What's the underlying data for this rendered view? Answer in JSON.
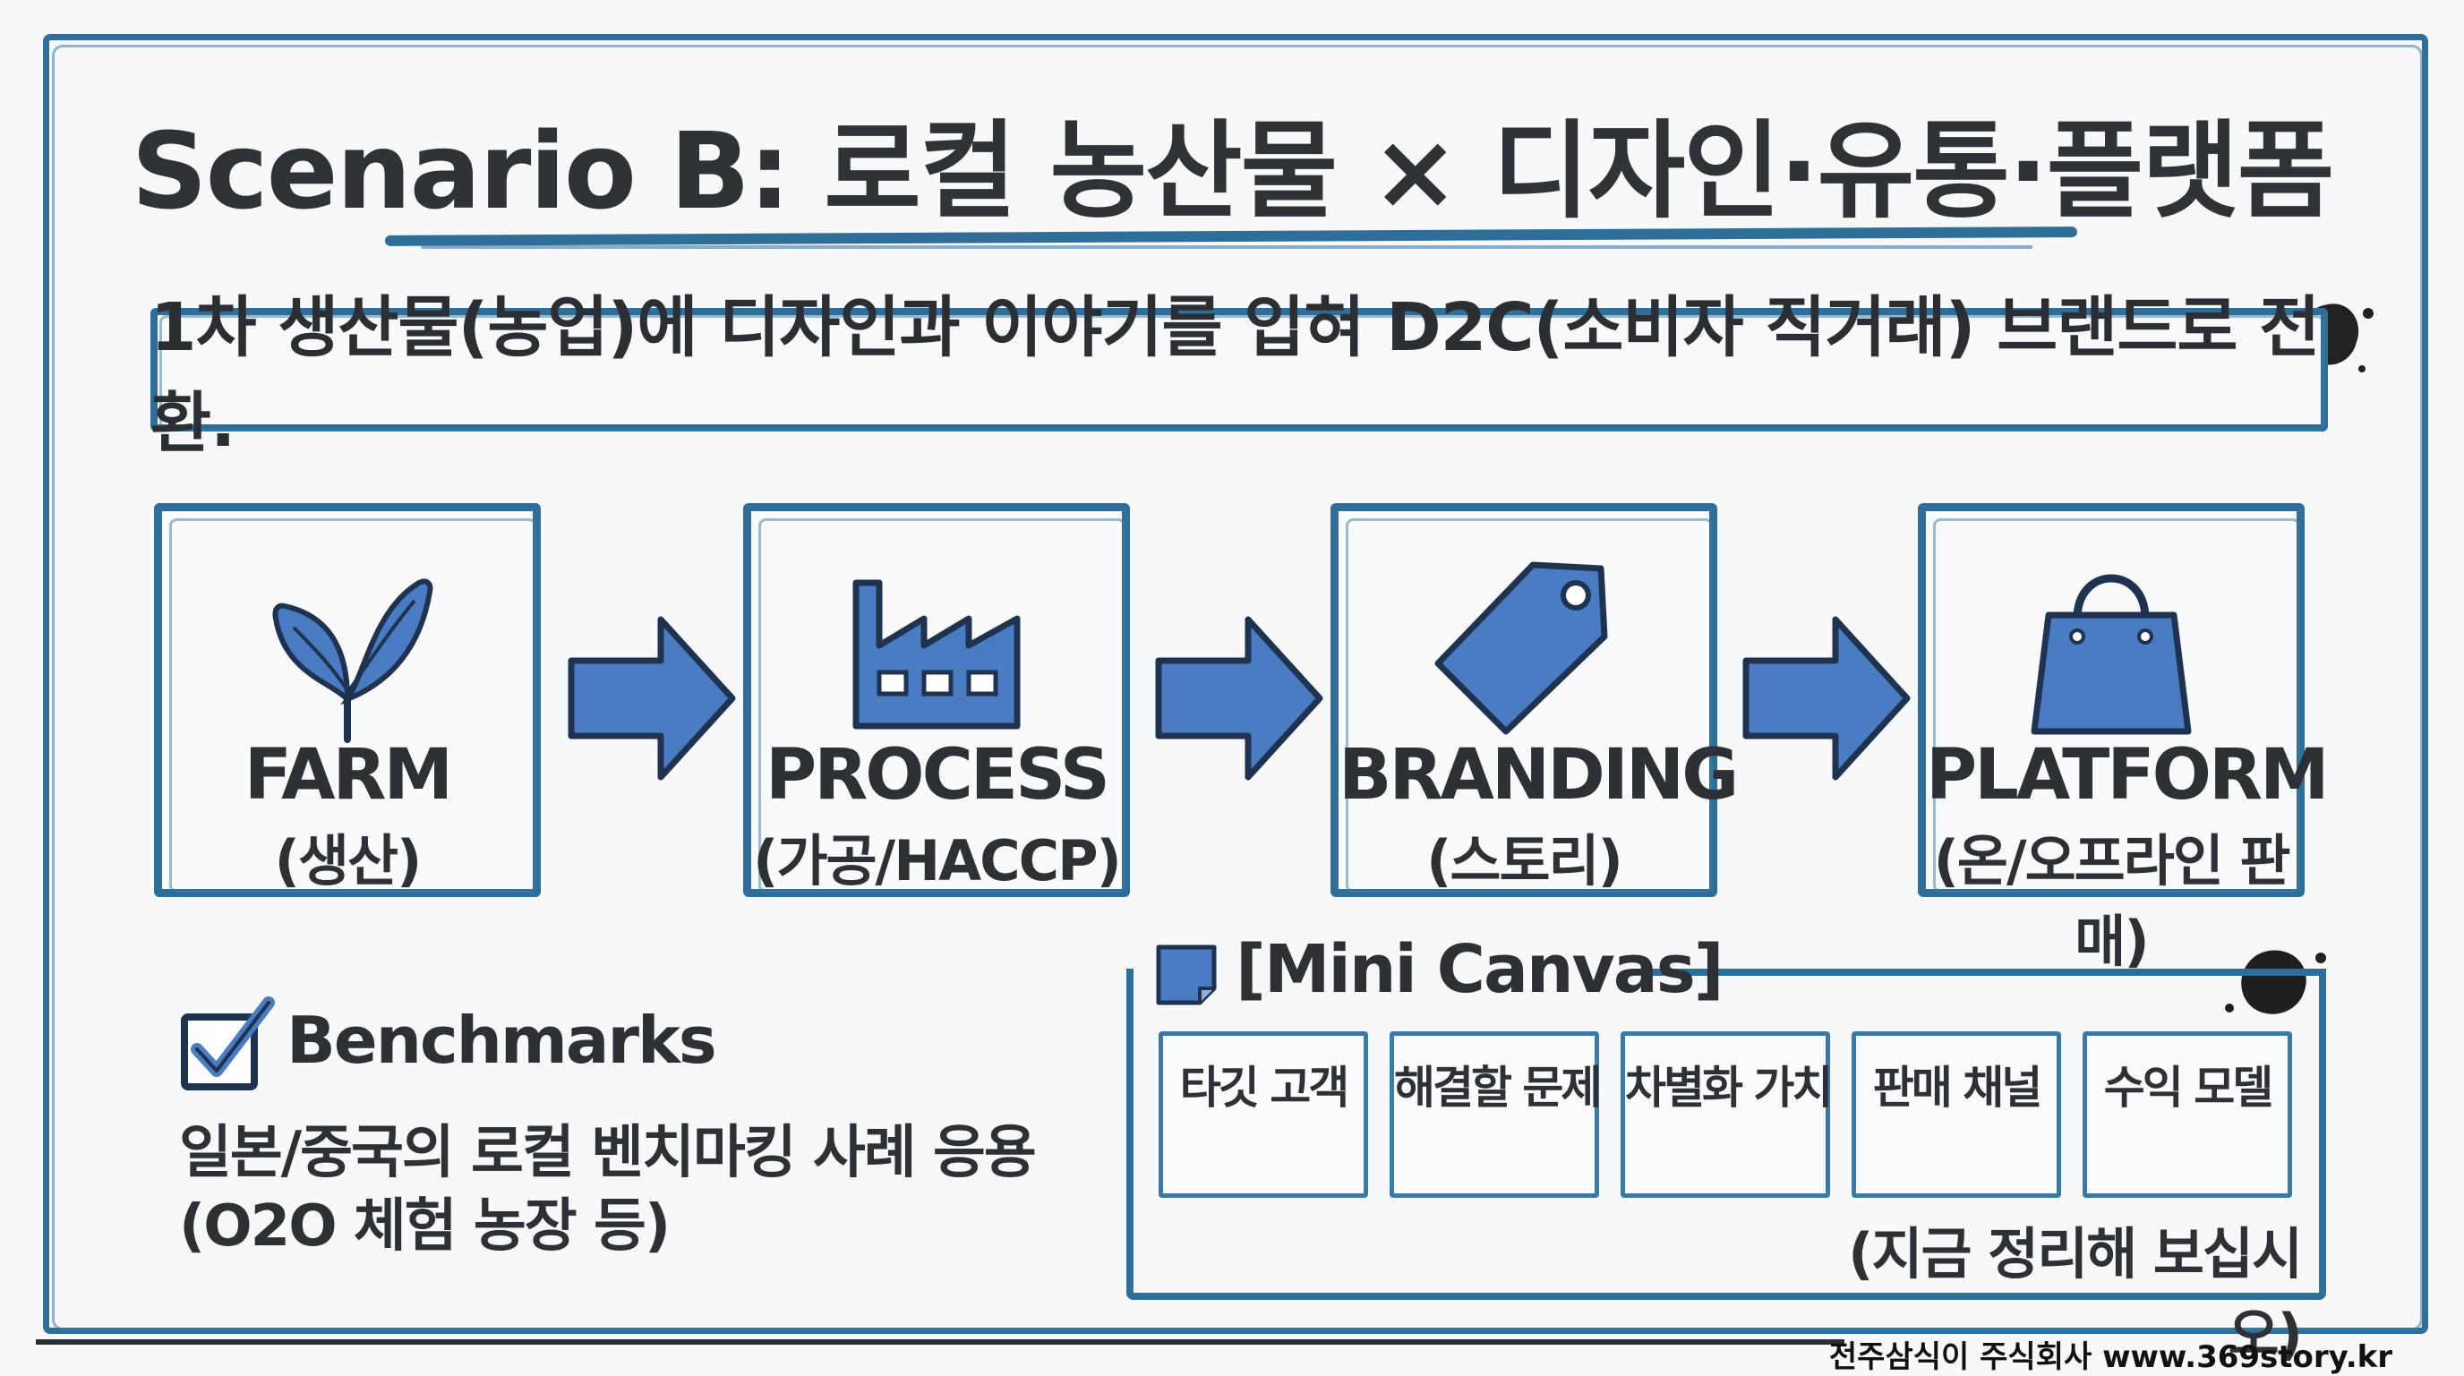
{
  "title": "Scenario B: 로컬 농산물 × 디자인·유통·플랫폼",
  "subtitle": "1차 생산물(농업)에 디자인과 이야기를 입혀 D2C(소비자 직거래) 브랜드로 전환.",
  "steps": [
    {
      "label": "FARM",
      "sub": "(생산)",
      "icon": "leaf-icon"
    },
    {
      "label": "PROCESS",
      "sub": "(가공/HACCP)",
      "icon": "factory-icon"
    },
    {
      "label": "BRANDING",
      "sub": "(스토리)",
      "icon": "tag-icon"
    },
    {
      "label": "PLATFORM",
      "sub": "(온/오프라인 판매)",
      "icon": "shopping-bag-icon"
    }
  ],
  "benchmarks": {
    "title": "Benchmarks",
    "line1": "일본/중국의 로컬 벤치마킹 사례 응용",
    "line2": "(O2O 체험 농장 등)"
  },
  "mini_canvas": {
    "title": "[Mini Canvas]",
    "cells": [
      "타깃 고객",
      "해결할 문제",
      "차별화 가치",
      "판매 채널",
      "수익 모델"
    ],
    "note": "(지금 정리해 보십시오)"
  },
  "footer": "전주삼식이 주식회사 www.369story.kr",
  "colors": {
    "accent": "#2f6e99",
    "icon_fill": "#4a7cc4",
    "text": "#2d3034"
  }
}
